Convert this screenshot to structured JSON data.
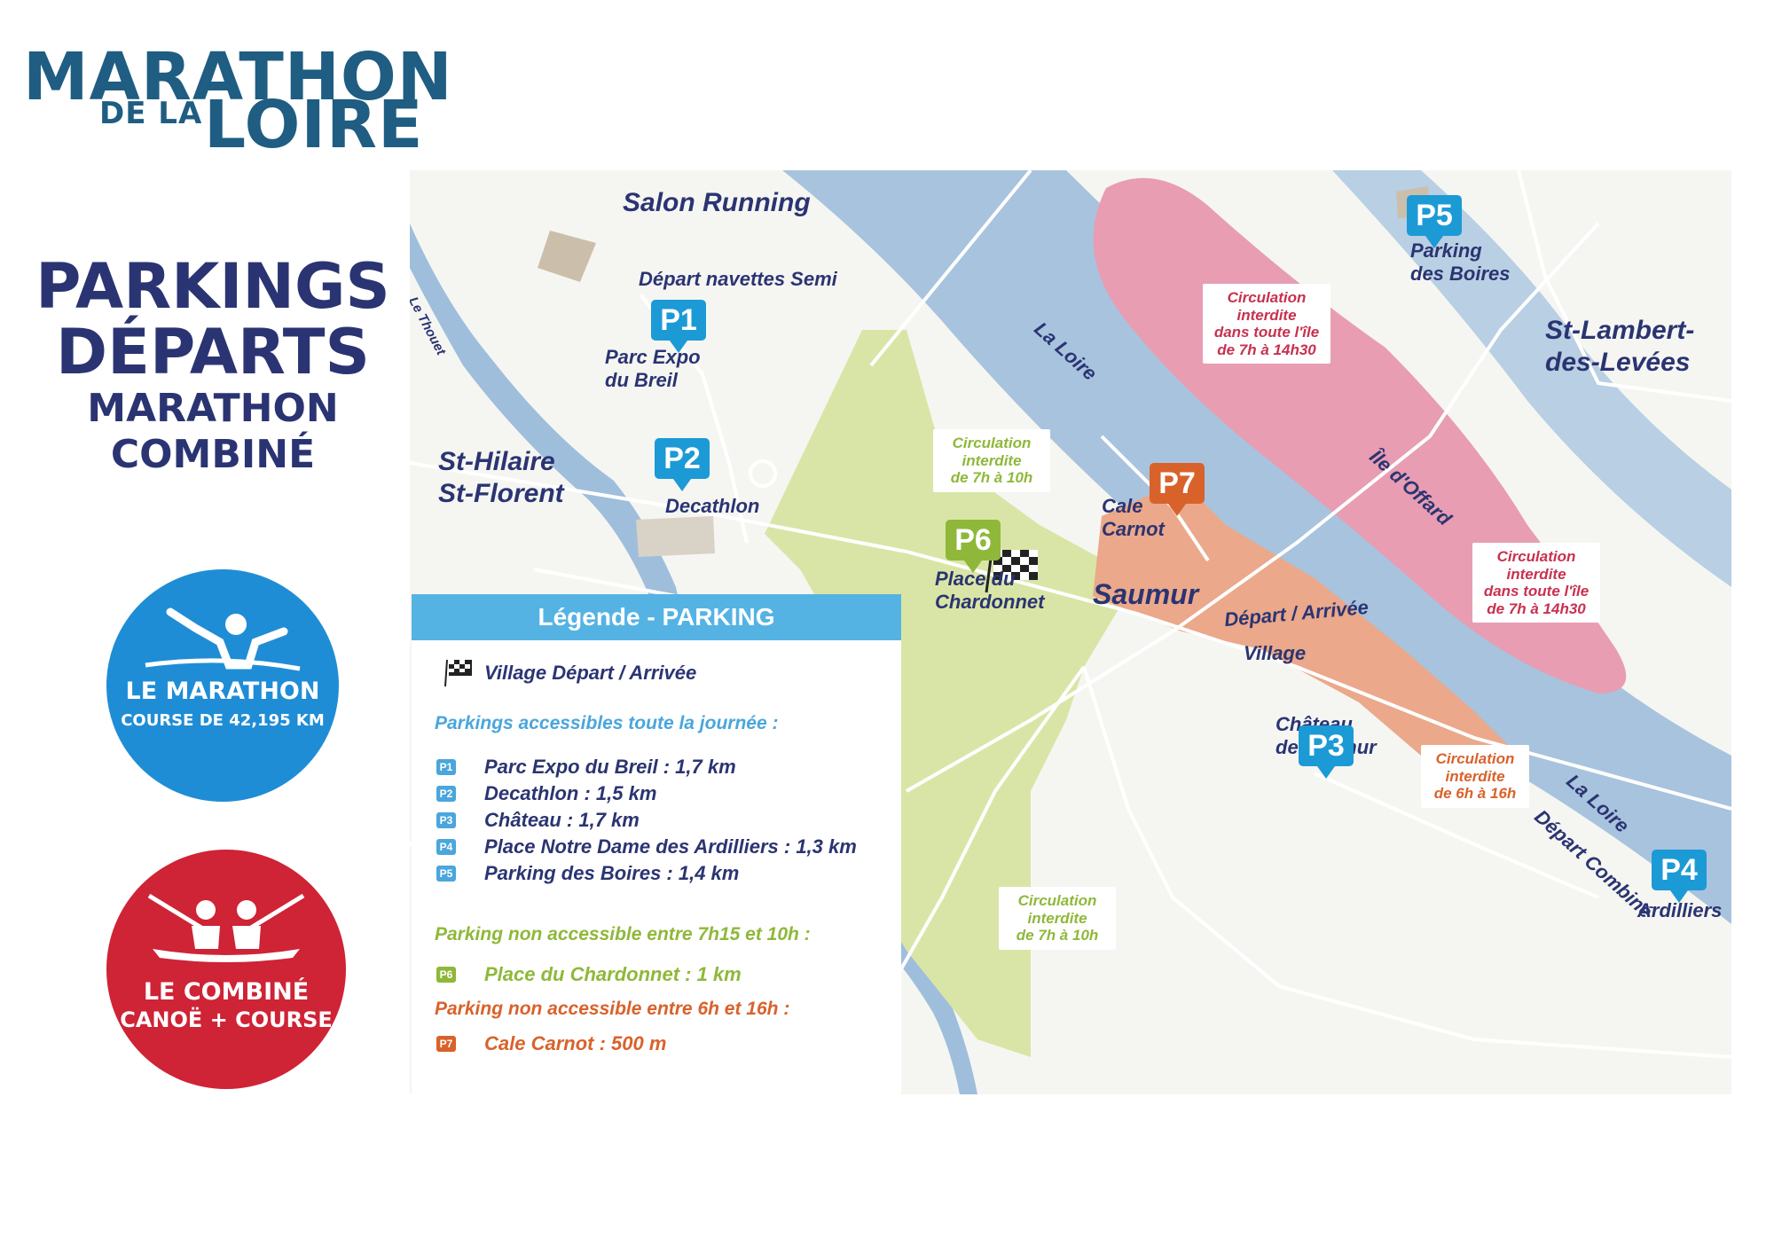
{
  "logo": {
    "line1": "MARATHON",
    "line2a": "DE LA",
    "line2b": "LOIRE"
  },
  "title": {
    "line1": "PARKINGS",
    "line2": "DÉPARTS",
    "line3": "MARATHON",
    "line4": "COMBINÉ"
  },
  "badges": {
    "marathon": {
      "title": "LE MARATHON",
      "subtitle": "COURSE DE 42,195 KM",
      "color": "#1f8dd6"
    },
    "combine": {
      "title": "LE COMBINÉ",
      "subtitle": "CANOË + COURSE",
      "color": "#cf2336"
    }
  },
  "map": {
    "places": {
      "salon_running": "Salon Running",
      "depart_navettes": "Départ navettes Semi",
      "st_hilaire": "St-Hilaire",
      "st_florent": "St-Florent",
      "st_lambert_1": "St-Lambert-",
      "st_lambert_2": "des-Levées",
      "saumur": "Saumur",
      "depart_arrivee": "Départ / Arrivée",
      "village": "Village",
      "chateau_1": "Château",
      "chateau_2": "de Saumur",
      "le_thouet": "Le Thouet",
      "la_loire_1": "La Loire",
      "la_loire_2": "La Loire",
      "ile_offard": "Île d'Offard",
      "depart_combine": "Départ Combiné"
    },
    "parkings": [
      {
        "id": "P1",
        "label_1": "Parc Expo",
        "label_2": "du Breil",
        "color": "#1c9ad6"
      },
      {
        "id": "P2",
        "label_1": "Decathlon",
        "label_2": "",
        "color": "#1c9ad6"
      },
      {
        "id": "P3",
        "label_1": "",
        "label_2": "",
        "color": "#1c9ad6"
      },
      {
        "id": "P4",
        "label_1": "Ardilliers",
        "label_2": "",
        "color": "#1c9ad6"
      },
      {
        "id": "P5",
        "label_1": "Parking",
        "label_2": "des Boires",
        "color": "#1c9ad6"
      },
      {
        "id": "P6",
        "label_1": "Place du",
        "label_2": "Chardonnet",
        "color": "#8fb83a"
      },
      {
        "id": "P7",
        "label_1": "Cale",
        "label_2": "Carnot",
        "color": "#d9622b"
      }
    ],
    "zones": {
      "green_north": [
        "Circulation",
        "interdite",
        "de 7h à 10h"
      ],
      "green_south": [
        "Circulation",
        "interdite",
        "de 7h à 10h"
      ],
      "pink_north": [
        "Circulation",
        "interdite",
        "dans toute l'île",
        "de 7h à 14h30"
      ],
      "pink_south": [
        "Circulation",
        "interdite",
        "dans toute l'île",
        "de 7h à 14h30"
      ],
      "orange": [
        "Circulation",
        "interdite",
        "de 6h à 16h"
      ]
    },
    "colors": {
      "river": "#a8c3dd",
      "green_zone": "#d9e5a6",
      "pink_zone": "#e89db3",
      "orange_zone": "#eba88a"
    }
  },
  "legend": {
    "header": "Légende - PARKING",
    "village": "Village Départ / Arrivée",
    "all_day_title": "Parkings accessibles toute la journée :",
    "all_day": [
      {
        "icon": "P1",
        "text": "Parc Expo du Breil : 1,7 km"
      },
      {
        "icon": "P2",
        "text": "Decathlon : 1,5 km"
      },
      {
        "icon": "P3",
        "text": "Château : 1,7 km"
      },
      {
        "icon": "P4",
        "text": "Place Notre Dame des Ardilliers : 1,3 km"
      },
      {
        "icon": "P5",
        "text": "Parking des Boires : 1,4 km"
      }
    ],
    "p6_title": "Parking non accessible entre 7h15 et 10h :",
    "p6": {
      "icon": "P6",
      "text": "Place du Chardonnet : 1 km"
    },
    "p7_title": "Parking non accessible entre 6h et 16h :",
    "p7": {
      "icon": "P7",
      "text": "Cale Carnot : 500 m"
    },
    "colors": {
      "blue": "#4aa6dc",
      "green": "#8fb83a",
      "orange": "#d9622b"
    }
  }
}
